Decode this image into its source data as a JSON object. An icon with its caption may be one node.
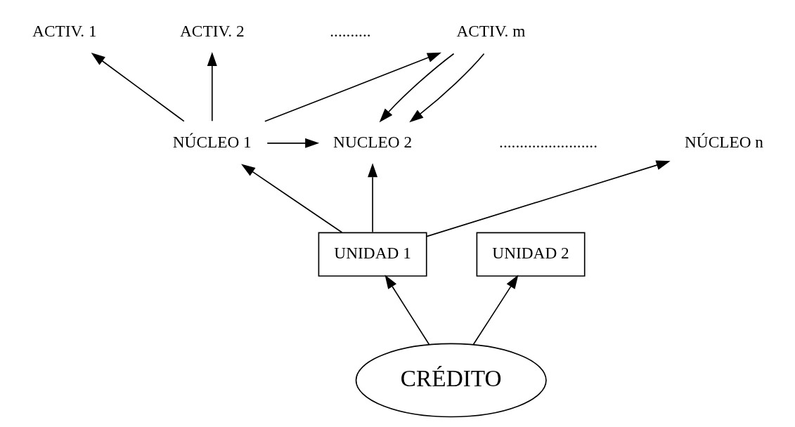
{
  "diagram": {
    "nodes": [
      {
        "text": [
          "ACTIV. 1"
        ]
      },
      {
        "text": [
          "ACTIV. 2"
        ]
      },
      {
        "text": [
          "ACTIV. m"
        ]
      },
      {
        "text": [
          "NÚCLEO 1"
        ]
      },
      {
        "text": [
          "NUCLEO 2"
        ]
      },
      {
        "text": [
          "NÚCLEO n"
        ]
      },
      {
        "text": [
          "UNIDAD 1"
        ]
      },
      {
        "text": [
          "UNIDAD 2"
        ]
      },
      {
        "text": [
          "CRÉDITO"
        ]
      }
    ],
    "edges": [
      {
        "from": 3,
        "to": 0,
        "arrow": "to"
      },
      {
        "from": 3,
        "to": 1,
        "arrow": "to"
      },
      {
        "from": 3,
        "to": 2,
        "arrow": "to"
      },
      {
        "from": 2,
        "to": 4,
        "arrow": "to"
      },
      {
        "from": 2,
        "to": 4,
        "arrow": "to"
      },
      {
        "from": 3,
        "to": 4,
        "arrow": "to"
      },
      {
        "from": 6,
        "to": 3,
        "arrow": "to"
      },
      {
        "from": 6,
        "to": 4,
        "arrow": "to"
      },
      {
        "from": 6,
        "to": 5,
        "arrow": "to"
      },
      {
        "from": 8,
        "to": 6,
        "arrow": "to"
      },
      {
        "from": 8,
        "to": 7,
        "arrow": "to"
      }
    ],
    "labels": [
      "..........",
      "........................"
    ]
  }
}
